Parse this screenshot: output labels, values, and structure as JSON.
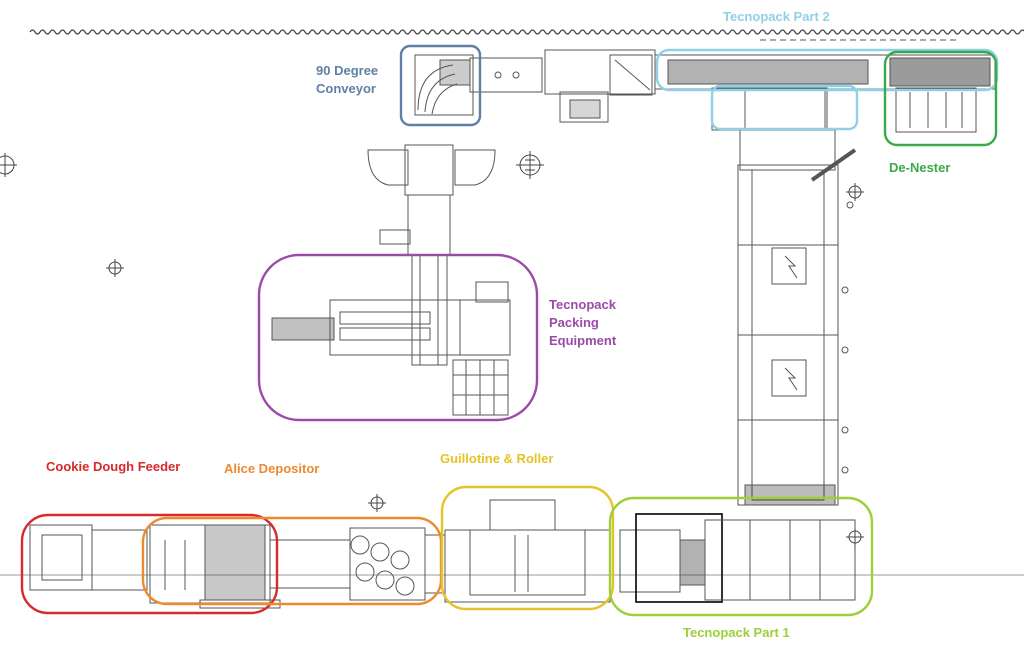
{
  "diagram": {
    "zones": [
      {
        "id": "tecnopack-part-2",
        "lines": [
          "Tecnopack Part 2"
        ],
        "color": "#8fd0e6"
      },
      {
        "id": "90-degree-conveyor",
        "lines": [
          "90 Degree",
          "Conveyor"
        ],
        "color": "#5f7fa6"
      },
      {
        "id": "de-nester",
        "lines": [
          "De-Nester"
        ],
        "color": "#3aa94a"
      },
      {
        "id": "tecnopack-packing-equipment",
        "lines": [
          "Tecnopack",
          "Packing",
          "Equipment"
        ],
        "color": "#9b4aa8"
      },
      {
        "id": "cookie-dough-feeder",
        "lines": [
          "Cookie Dough Feeder"
        ],
        "color": "#d62b2b"
      },
      {
        "id": "alice-depositor",
        "lines": [
          "Alice Depositor"
        ],
        "color": "#ec8a2e"
      },
      {
        "id": "guillotine-roller",
        "lines": [
          "Guillotine & Roller"
        ],
        "color": "#e6c229"
      },
      {
        "id": "tecnopack-part-1",
        "lines": [
          "Tecnopack Part 1"
        ],
        "color": "#9ccf38"
      }
    ],
    "line_color": "#555555",
    "wavy_line_color": "#444444"
  }
}
